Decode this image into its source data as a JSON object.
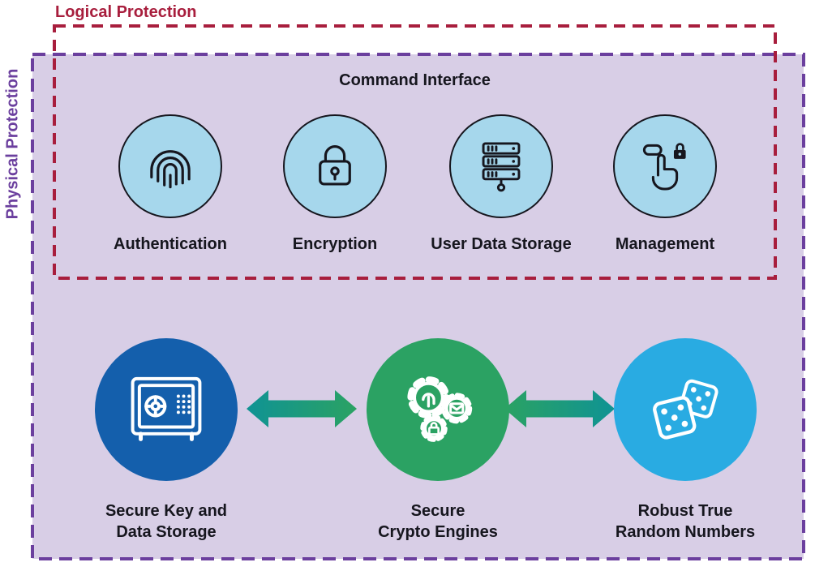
{
  "labels": {
    "logical": "Logical Protection",
    "physical": "Physical Protection",
    "command_interface": "Command Interface"
  },
  "colors": {
    "logical_border": "#A81E3D",
    "physical_border": "#6B3F9E",
    "physical_bg": "#D8CEE6",
    "icon_circle_bg": "#A6D7EC",
    "icon_stroke": "#16161E",
    "text": "#16161E",
    "blue_circle": "#145FAC",
    "green_circle": "#2BA263",
    "cyan_circle": "#29ABE2",
    "arrow_teal": "#0F9394",
    "arrow_green": "#2BA263",
    "white": "#FFFFFF"
  },
  "command_items": [
    {
      "label": "Authentication",
      "icon": "fingerprint-icon"
    },
    {
      "label": "Encryption",
      "icon": "padlock-icon"
    },
    {
      "label": "User Data Storage",
      "icon": "server-stack-icon"
    },
    {
      "label": "Management",
      "icon": "hand-press-lock-icon"
    }
  ],
  "core_items": [
    {
      "label_line1": "Secure Key and",
      "label_line2": "Data Storage",
      "icon": "safe-icon"
    },
    {
      "label_line1": "Secure",
      "label_line2": "Crypto Engines",
      "icon": "crypto-gears-icon"
    },
    {
      "label_line1": "Robust True",
      "label_line2": "Random Numbers",
      "icon": "dice-icon"
    }
  ]
}
